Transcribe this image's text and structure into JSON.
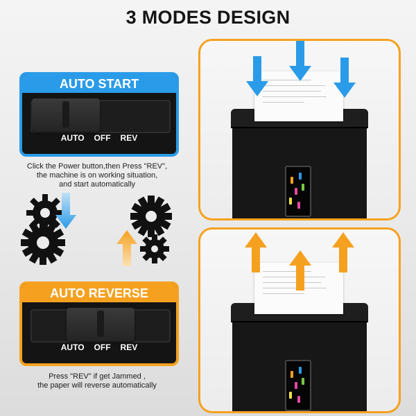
{
  "title": "3 MODES DESIGN",
  "auto_start": {
    "label": "AUTO START",
    "switch_labels": [
      "AUTO",
      "OFF",
      "REV"
    ],
    "caption_lines": [
      "Click the Power button,then Press \"REV\",",
      "the machine is on working situation,",
      "and start automatically"
    ],
    "accent": "#2a9be8"
  },
  "auto_reverse": {
    "label": "AUTO REVERSE",
    "switch_labels": [
      "AUTO",
      "OFF",
      "REV"
    ],
    "caption_lines": [
      "Press \"REV\" if get Jammed ,",
      "the paper will reverse automatically"
    ],
    "accent": "#f5a11f"
  },
  "icons": {
    "gears": "gear-icon",
    "down_arrow": "arrow-down-icon",
    "up_arrow": "arrow-up-icon"
  },
  "colors": {
    "blue_arrow": "#2a9be8",
    "orange_arrow": "#f5a11f",
    "panel_border": "#f5a11f"
  }
}
